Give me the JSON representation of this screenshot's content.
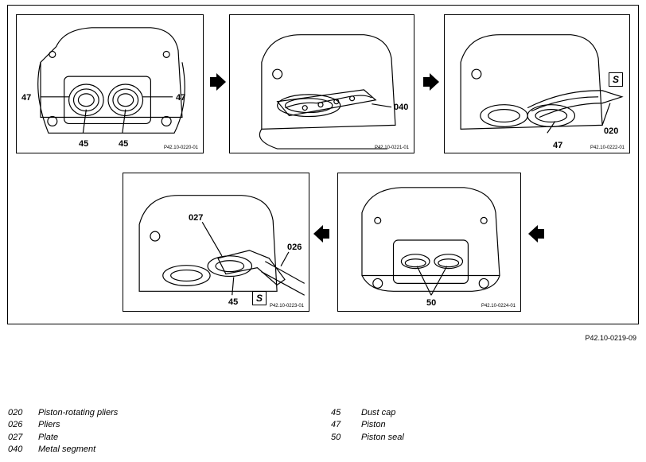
{
  "panels": [
    {
      "code": "P42.10-0220-01",
      "callouts": [
        "47",
        "47",
        "45",
        "45"
      ]
    },
    {
      "code": "P42.10-0221-01",
      "callouts": [
        "040"
      ]
    },
    {
      "code": "P42.10-0222-01",
      "callouts": [
        "020",
        "47"
      ]
    },
    {
      "code": "P42.10-0223-01",
      "callouts": [
        "027",
        "026",
        "45"
      ]
    },
    {
      "code": "P42.10-0224-01",
      "callouts": [
        "50"
      ]
    }
  ],
  "diagram_code": "P42.10-0219-09",
  "legend_left": [
    {
      "code": "020",
      "desc": "Piston-rotating pliers"
    },
    {
      "code": "026",
      "desc": "Pliers"
    },
    {
      "code": "027",
      "desc": "Plate"
    },
    {
      "code": "040",
      "desc": "Metal segment"
    }
  ],
  "legend_right": [
    {
      "code": "45",
      "desc": "Dust cap"
    },
    {
      "code": "47",
      "desc": "Piston"
    },
    {
      "code": "50",
      "desc": "Piston seal"
    }
  ]
}
